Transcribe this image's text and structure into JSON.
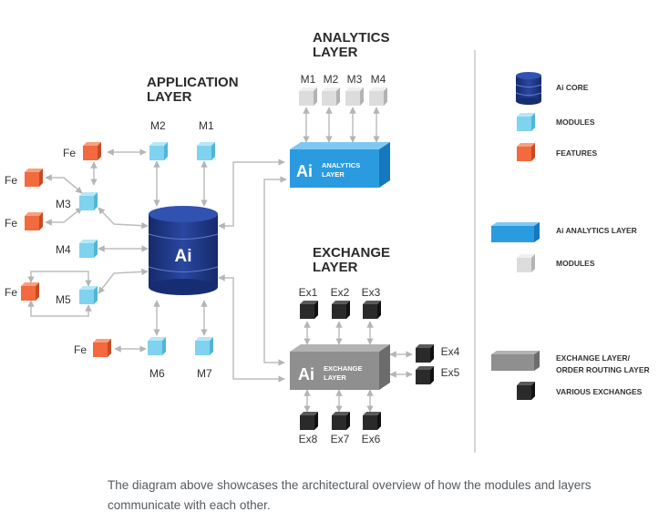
{
  "layers": {
    "application": {
      "title_line1": "APPLICATION",
      "title_line2": "LAYER"
    },
    "analytics": {
      "title_line1": "ANALYTICS",
      "title_line2": "LAYER"
    },
    "exchange": {
      "title_line1": "EXCHANGE",
      "title_line2": "LAYER"
    }
  },
  "core": {
    "label": "Ai"
  },
  "analytics_box": {
    "ai": "Ai",
    "line1": "ANALYTICS",
    "line2": "LAYER"
  },
  "exchange_box": {
    "ai": "Ai",
    "line1": "EXCHANGE",
    "line2": "LAYER"
  },
  "app_labels": {
    "m1": "M1",
    "m2": "M2",
    "m3": "M3",
    "m4": "M4",
    "m5": "M5",
    "m6": "M6",
    "m7": "M7",
    "fe": "Fe"
  },
  "analytics_modules": [
    "M1",
    "M2",
    "M3",
    "M4"
  ],
  "exchanges_top": [
    "Ex1",
    "Ex2",
    "Ex3"
  ],
  "exchanges_right": [
    "Ex4",
    "Ex5"
  ],
  "exchanges_bottom": [
    "Ex8",
    "Ex7",
    "Ex6"
  ],
  "legend": {
    "core": "Ai CORE",
    "modules": "MODULES",
    "features": "FEATURES",
    "analytics_layer": "Ai ANALYTICS LAYER",
    "modules_2": "MODULES",
    "exchange_line1": "EXCHANGE LAYER/",
    "exchange_line2": "ORDER ROUTING LAYER",
    "various": "VARIOUS EXCHANGES"
  },
  "colors": {
    "core_navy": "#1f3a8a",
    "module_blue": "#7fd3ee",
    "feature_orange": "#f26a3d",
    "analytics_blue": "#2b9be0",
    "gray_module": "#dcdcdc",
    "exchange_gray": "#8f8f8f",
    "black_cube": "#2a2a2a",
    "arrow_gray": "#b8b8b8"
  },
  "caption": "The diagram above showcases the architectural overview of how the modules and layers communicate with each other."
}
